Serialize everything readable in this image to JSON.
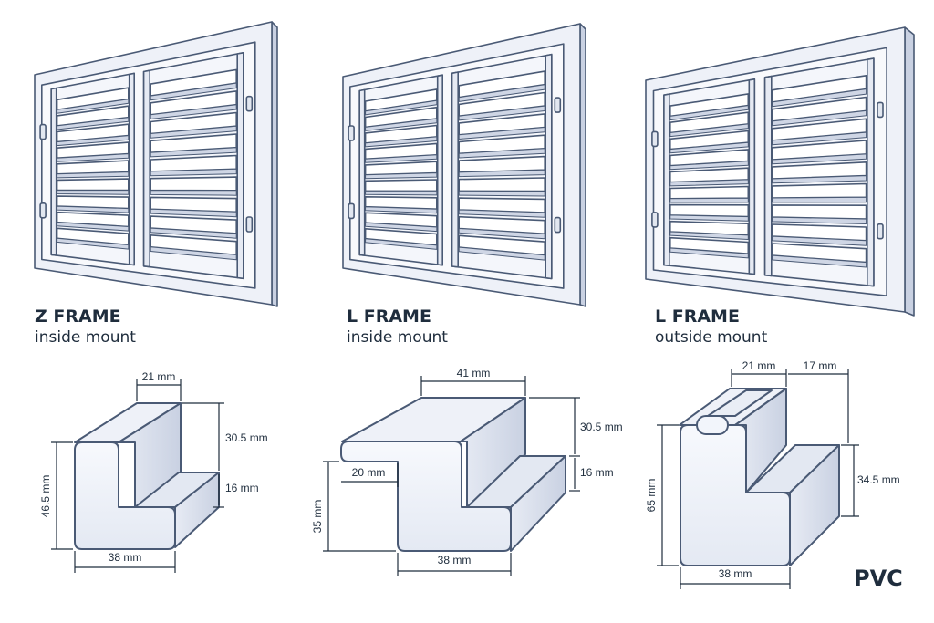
{
  "shutters": [
    {
      "title": "Z FRAME",
      "subtitle": "inside mount"
    },
    {
      "title": "L FRAME",
      "subtitle": "inside mount"
    },
    {
      "title": "L FRAME",
      "subtitle": "outside mount"
    }
  ],
  "profiles": {
    "z_frame": {
      "top_width": "21 mm",
      "step_height": "30.5 mm",
      "lip_height": "16 mm",
      "total_height": "46.5 mm",
      "base_width": "38 mm"
    },
    "l_frame_inside": {
      "top_width": "41 mm",
      "step_height": "30.5 mm",
      "lip_height": "16 mm",
      "inner_width": "20 mm",
      "left_height": "35 mm",
      "base_width": "38 mm"
    },
    "l_frame_outside": {
      "top_width": "21 mm",
      "side_width": "17 mm",
      "total_height": "65 mm",
      "step_height": "34.5 mm",
      "base_width": "38 mm"
    }
  },
  "material_label": "PVC",
  "colors": {
    "ink": "#1f2d3d",
    "outline": "#4a5a75",
    "face": "#f4f6fb",
    "side": "#dde3ef",
    "shade": "#c9d1e2"
  }
}
